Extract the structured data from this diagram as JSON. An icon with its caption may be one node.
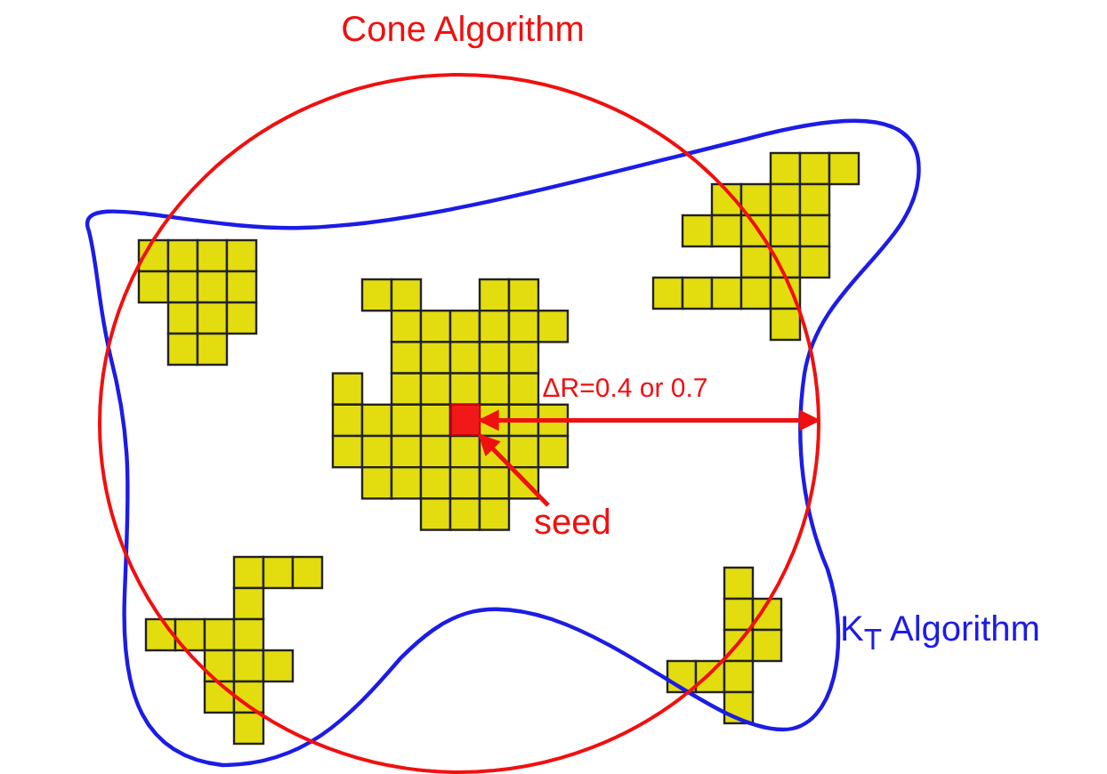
{
  "diagram": {
    "nodes": [
      {
        "text": [
          "Cone Algorithm"
        ]
      },
      {
        "text": [
          "K$_{T}$ Algorithm"
        ]
      },
      {
        "text": [
          "seed"
        ],
        "in": 0
      },
      {
        "text": [],
        "shape": "box",
        "in": 0
      }
    ],
    "edges": [
      {
        "from": 2,
        "to": 3,
        "arrow": "to"
      },
      {
        "from": 3,
        "to": 0,
        "arrow": "both",
        "label": "ΔR=0.4 or 0.7"
      }
    ]
  }
}
